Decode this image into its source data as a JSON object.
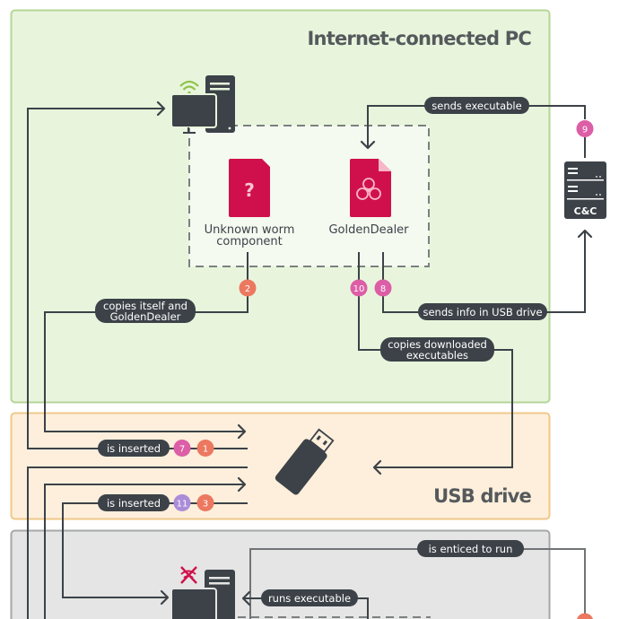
{
  "zones": {
    "internet_pc": {
      "title": "Internet-connected PC"
    },
    "usb": {
      "title": "USB drive"
    },
    "airgapped": {
      "title": ""
    }
  },
  "nodes": {
    "worm": {
      "label_line1": "Unknown worm",
      "label_line2": "component",
      "icon": "question-file-icon"
    },
    "goldendealer": {
      "label": "GoldenDealer",
      "icon": "biohazard-file-icon"
    },
    "cnc": {
      "label": "C&C",
      "icon": "server-icon"
    },
    "usb_drive": {
      "icon": "usb-drive-icon"
    },
    "connected_pc": {
      "icon": "computer-wifi-icon"
    },
    "airgapped_pc": {
      "icon": "computer-no-wifi-icon"
    }
  },
  "edges": {
    "sends_executable": "sends executable",
    "copies_itself_line1": "copies itself and",
    "copies_itself_line2": "GoldenDealer",
    "sends_info": "sends info in USB drive",
    "copies_downloaded_line1": "copies downloaded",
    "copies_downloaded_line2": "executables",
    "is_inserted_1": "is inserted",
    "is_inserted_2": "is inserted",
    "is_enticed": "is enticed to run",
    "runs_executable": "runs executable"
  },
  "badges": {
    "b9": "9",
    "b2": "2",
    "b10": "10",
    "b8": "8",
    "b7": "7",
    "b1": "1",
    "b11": "11",
    "b3": "3"
  },
  "colors": {
    "green_zone": "#e8f5dc",
    "green_border": "#b5d597",
    "usb_zone": "#fdefdc",
    "usb_border": "#f0c88a",
    "grey_zone": "#e4e5e4",
    "grey_border": "#a6a8a8",
    "dark": "#3c4248",
    "crimson": "#d0104c",
    "badge_orange": "#ec7860",
    "badge_pink": "#dc5ea6",
    "badge_purple": "#aa8cd8"
  }
}
